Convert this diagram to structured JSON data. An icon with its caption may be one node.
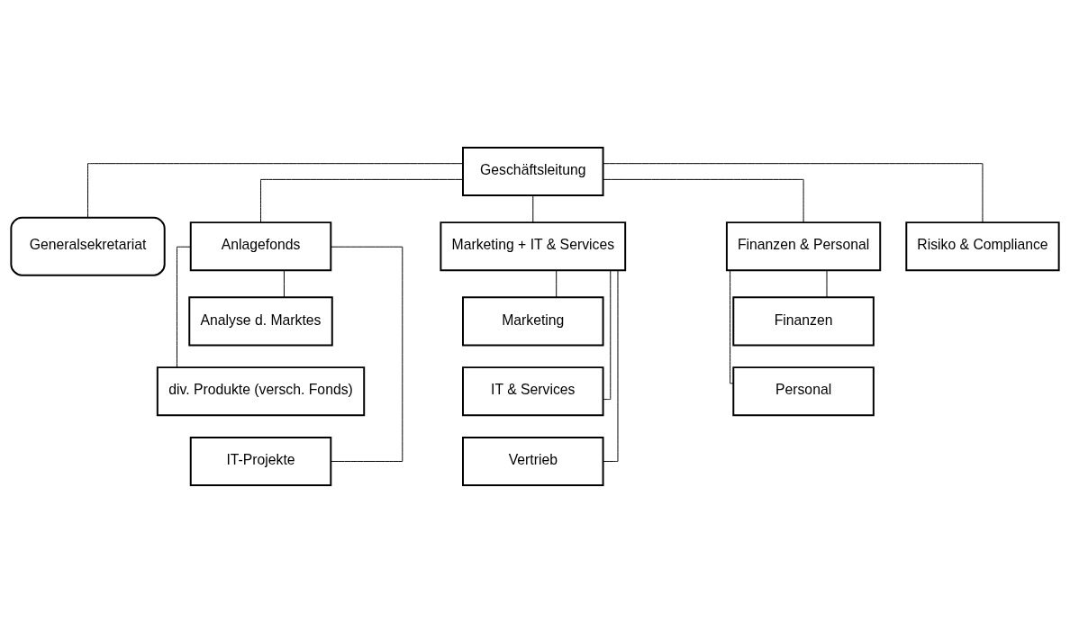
{
  "diagram": {
    "nodes": [
      {
        "text": [
          "Geschäftsleitung"
        ]
      },
      {
        "text": [
          "Generalsekretariat"
        ]
      },
      {
        "text": [
          "Anlagefonds"
        ]
      },
      {
        "text": [
          "Marketing + IT & Services"
        ]
      },
      {
        "text": [
          "Finanzen & Personal"
        ]
      },
      {
        "text": [
          "Risiko & Compliance"
        ]
      },
      {
        "text": [
          "Analyse d. Marktes"
        ]
      },
      {
        "text": [
          "div. Produkte (versch. Fonds)"
        ]
      },
      {
        "text": [
          "IT-Projekte"
        ]
      },
      {
        "text": [
          "Marketing"
        ]
      },
      {
        "text": [
          "IT & Services"
        ]
      },
      {
        "text": [
          "Vertrieb"
        ]
      },
      {
        "text": [
          "Finanzen"
        ]
      },
      {
        "text": [
          "Personal"
        ]
      }
    ],
    "edges": [
      {
        "from": 0,
        "to": 1,
        "arrow": "none"
      },
      {
        "from": 0,
        "to": 2,
        "arrow": "none"
      },
      {
        "from": 0,
        "to": 3,
        "arrow": "none"
      },
      {
        "from": 0,
        "to": 4,
        "arrow": "none"
      },
      {
        "from": 0,
        "to": 5,
        "arrow": "none"
      },
      {
        "from": 2,
        "to": 6,
        "arrow": "none"
      },
      {
        "from": 2,
        "to": 7,
        "arrow": "none"
      },
      {
        "from": 2,
        "to": 8,
        "arrow": "none"
      },
      {
        "from": 3,
        "to": 9,
        "arrow": "none"
      },
      {
        "from": 3,
        "to": 10,
        "arrow": "none"
      },
      {
        "from": 3,
        "to": 11,
        "arrow": "none"
      },
      {
        "from": 4,
        "to": 12,
        "arrow": "none"
      },
      {
        "from": 4,
        "to": 13,
        "arrow": "none"
      }
    ]
  }
}
